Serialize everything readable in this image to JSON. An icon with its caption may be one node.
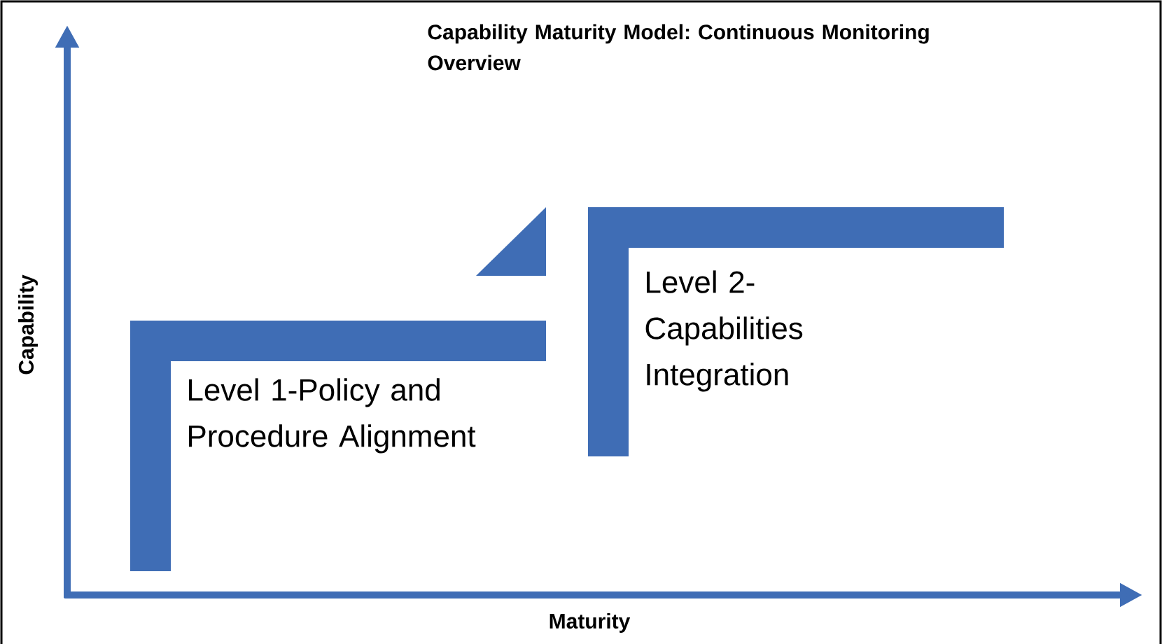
{
  "diagram": {
    "title": "Capability Maturity Model: Continuous Monitoring Overview",
    "nodes": [
      {
        "text": [
          "Level 1-Policy and Procedure Alignment"
        ]
      },
      {
        "text": [
          "Level 2-Capabilities Integration"
        ]
      }
    ],
    "labels": [
      "Capability",
      "Maturity"
    ]
  }
}
